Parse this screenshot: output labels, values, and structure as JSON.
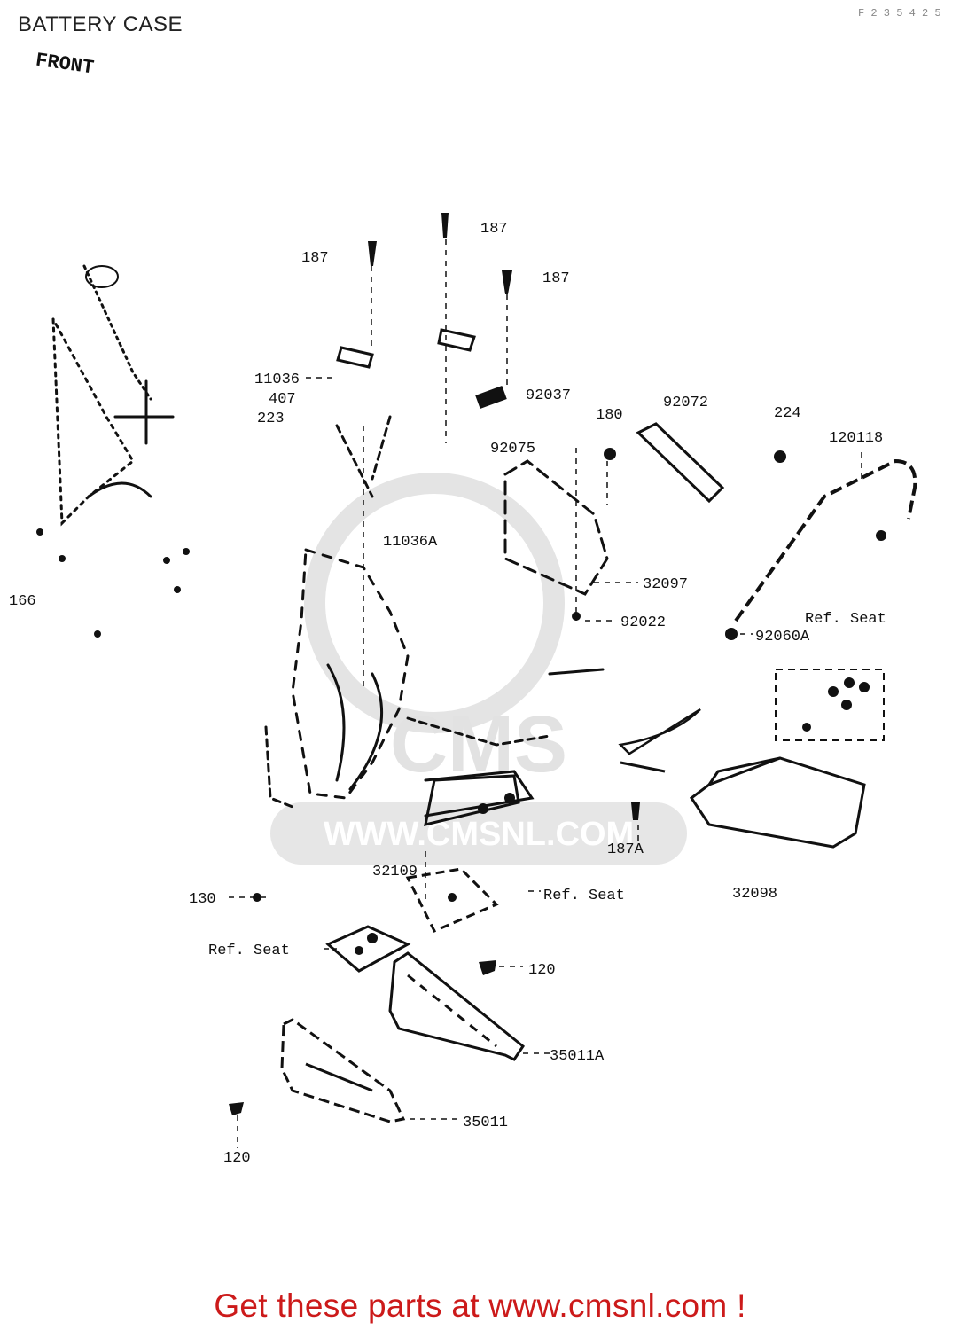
{
  "title": "BATTERY CASE",
  "ref_code": "F 2 3 5 4 2 5",
  "front_label": "FRONT",
  "watermark": "WWW.CMSNL.COM",
  "footer": "Get these parts at www.cmsnl.com !",
  "part_labels": [
    {
      "id": "p187a",
      "text": "187"
    },
    {
      "id": "p187b",
      "text": "187"
    },
    {
      "id": "p187c",
      "text": "187"
    },
    {
      "id": "p11036",
      "text": "11036"
    },
    {
      "id": "p407",
      "text": "407"
    },
    {
      "id": "p223",
      "text": "223"
    },
    {
      "id": "p92037",
      "text": "92037"
    },
    {
      "id": "p180",
      "text": "180"
    },
    {
      "id": "p92072",
      "text": "92072"
    },
    {
      "id": "p224",
      "text": "224"
    },
    {
      "id": "p120118",
      "text": "120118"
    },
    {
      "id": "p92075",
      "text": "92075"
    },
    {
      "id": "p11036A",
      "text": "11036A"
    },
    {
      "id": "p32097",
      "text": "32097"
    },
    {
      "id": "p92022",
      "text": "92022"
    },
    {
      "id": "pRefSeat1",
      "text": "Ref. Seat"
    },
    {
      "id": "p92060A",
      "text": "92060A"
    },
    {
      "id": "p166",
      "text": "166"
    },
    {
      "id": "p187A",
      "text": "187A"
    },
    {
      "id": "p32098",
      "text": "32098"
    },
    {
      "id": "p32109",
      "text": "32109"
    },
    {
      "id": "p130",
      "text": "130"
    },
    {
      "id": "pRefSeat2",
      "text": "Ref. Seat"
    },
    {
      "id": "pRefSeat3",
      "text": "Ref. Seat"
    },
    {
      "id": "p120a",
      "text": "120"
    },
    {
      "id": "p35011A",
      "text": "35011A"
    },
    {
      "id": "p35011",
      "text": "35011"
    },
    {
      "id": "p120b",
      "text": "120"
    }
  ]
}
